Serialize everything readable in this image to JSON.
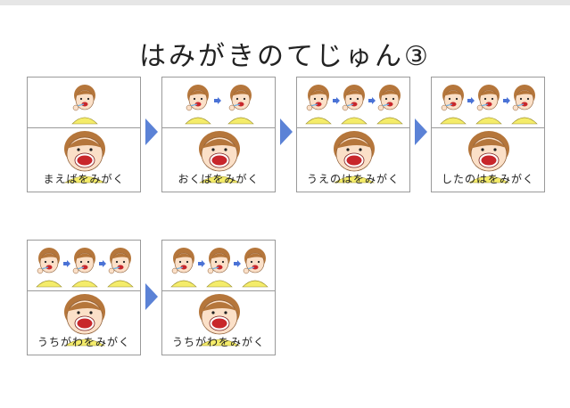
{
  "title": "はみがきのてじゅん③",
  "colors": {
    "hair": "#b5763b",
    "skin": "#fbe0c8",
    "shirt": "#f4ec6a",
    "mouth": "#c8262b",
    "arrow": "#4a72d6",
    "chevron": "#5b82d6"
  },
  "steps": [
    {
      "label": "まえばをみがく",
      "top_faces": 1
    },
    {
      "label": "おくばをみがく",
      "top_faces": 2
    },
    {
      "label": "うえのはをみがく",
      "top_faces": 3
    },
    {
      "label": "したのはをみがく",
      "top_faces": 3
    },
    {
      "label": "うちがわをみがく",
      "top_faces": 3
    },
    {
      "label": "うちがわをみがく",
      "top_faces": 3
    }
  ]
}
